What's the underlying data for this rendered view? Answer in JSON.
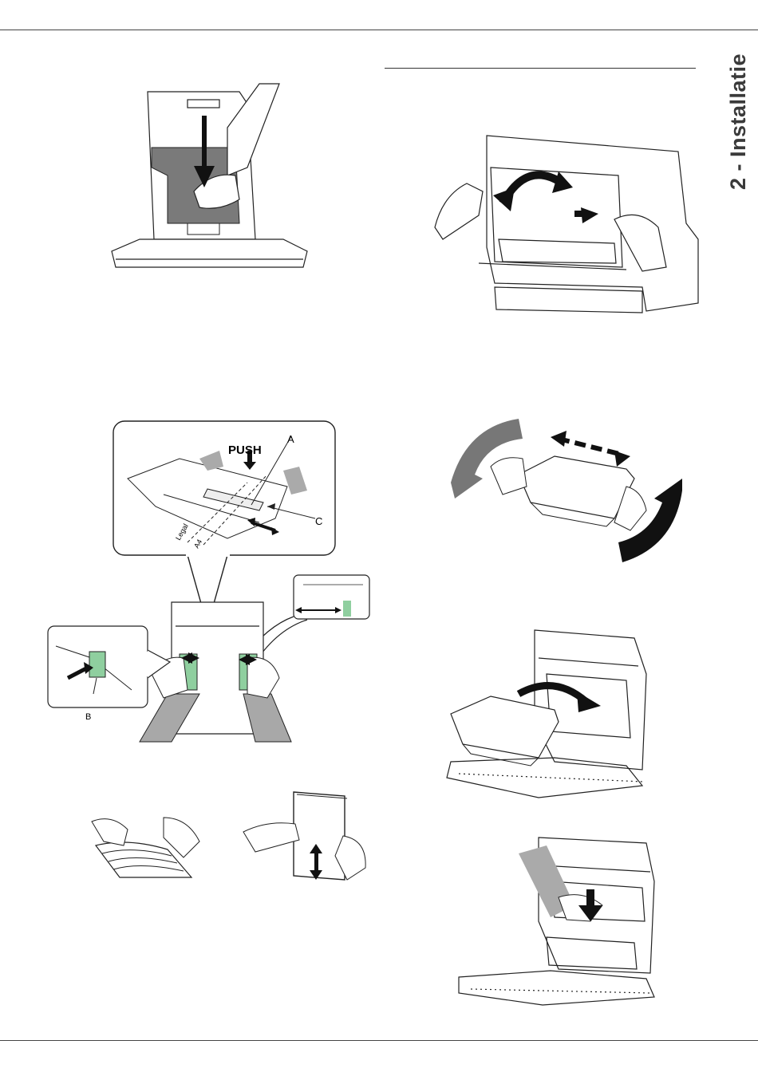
{
  "section_tab": "2 - Installatie",
  "figures": {
    "tray_load": {},
    "tray_guides": {
      "push_label": "PUSH",
      "label_a": "A",
      "label_b": "B",
      "label_c": "C",
      "label_legal": "Legal",
      "label_a4": "A4"
    },
    "paper_fan": {},
    "paper_tap": {},
    "open_cover": {},
    "shake_toner": {},
    "insert_toner": {},
    "push_toner": {}
  }
}
